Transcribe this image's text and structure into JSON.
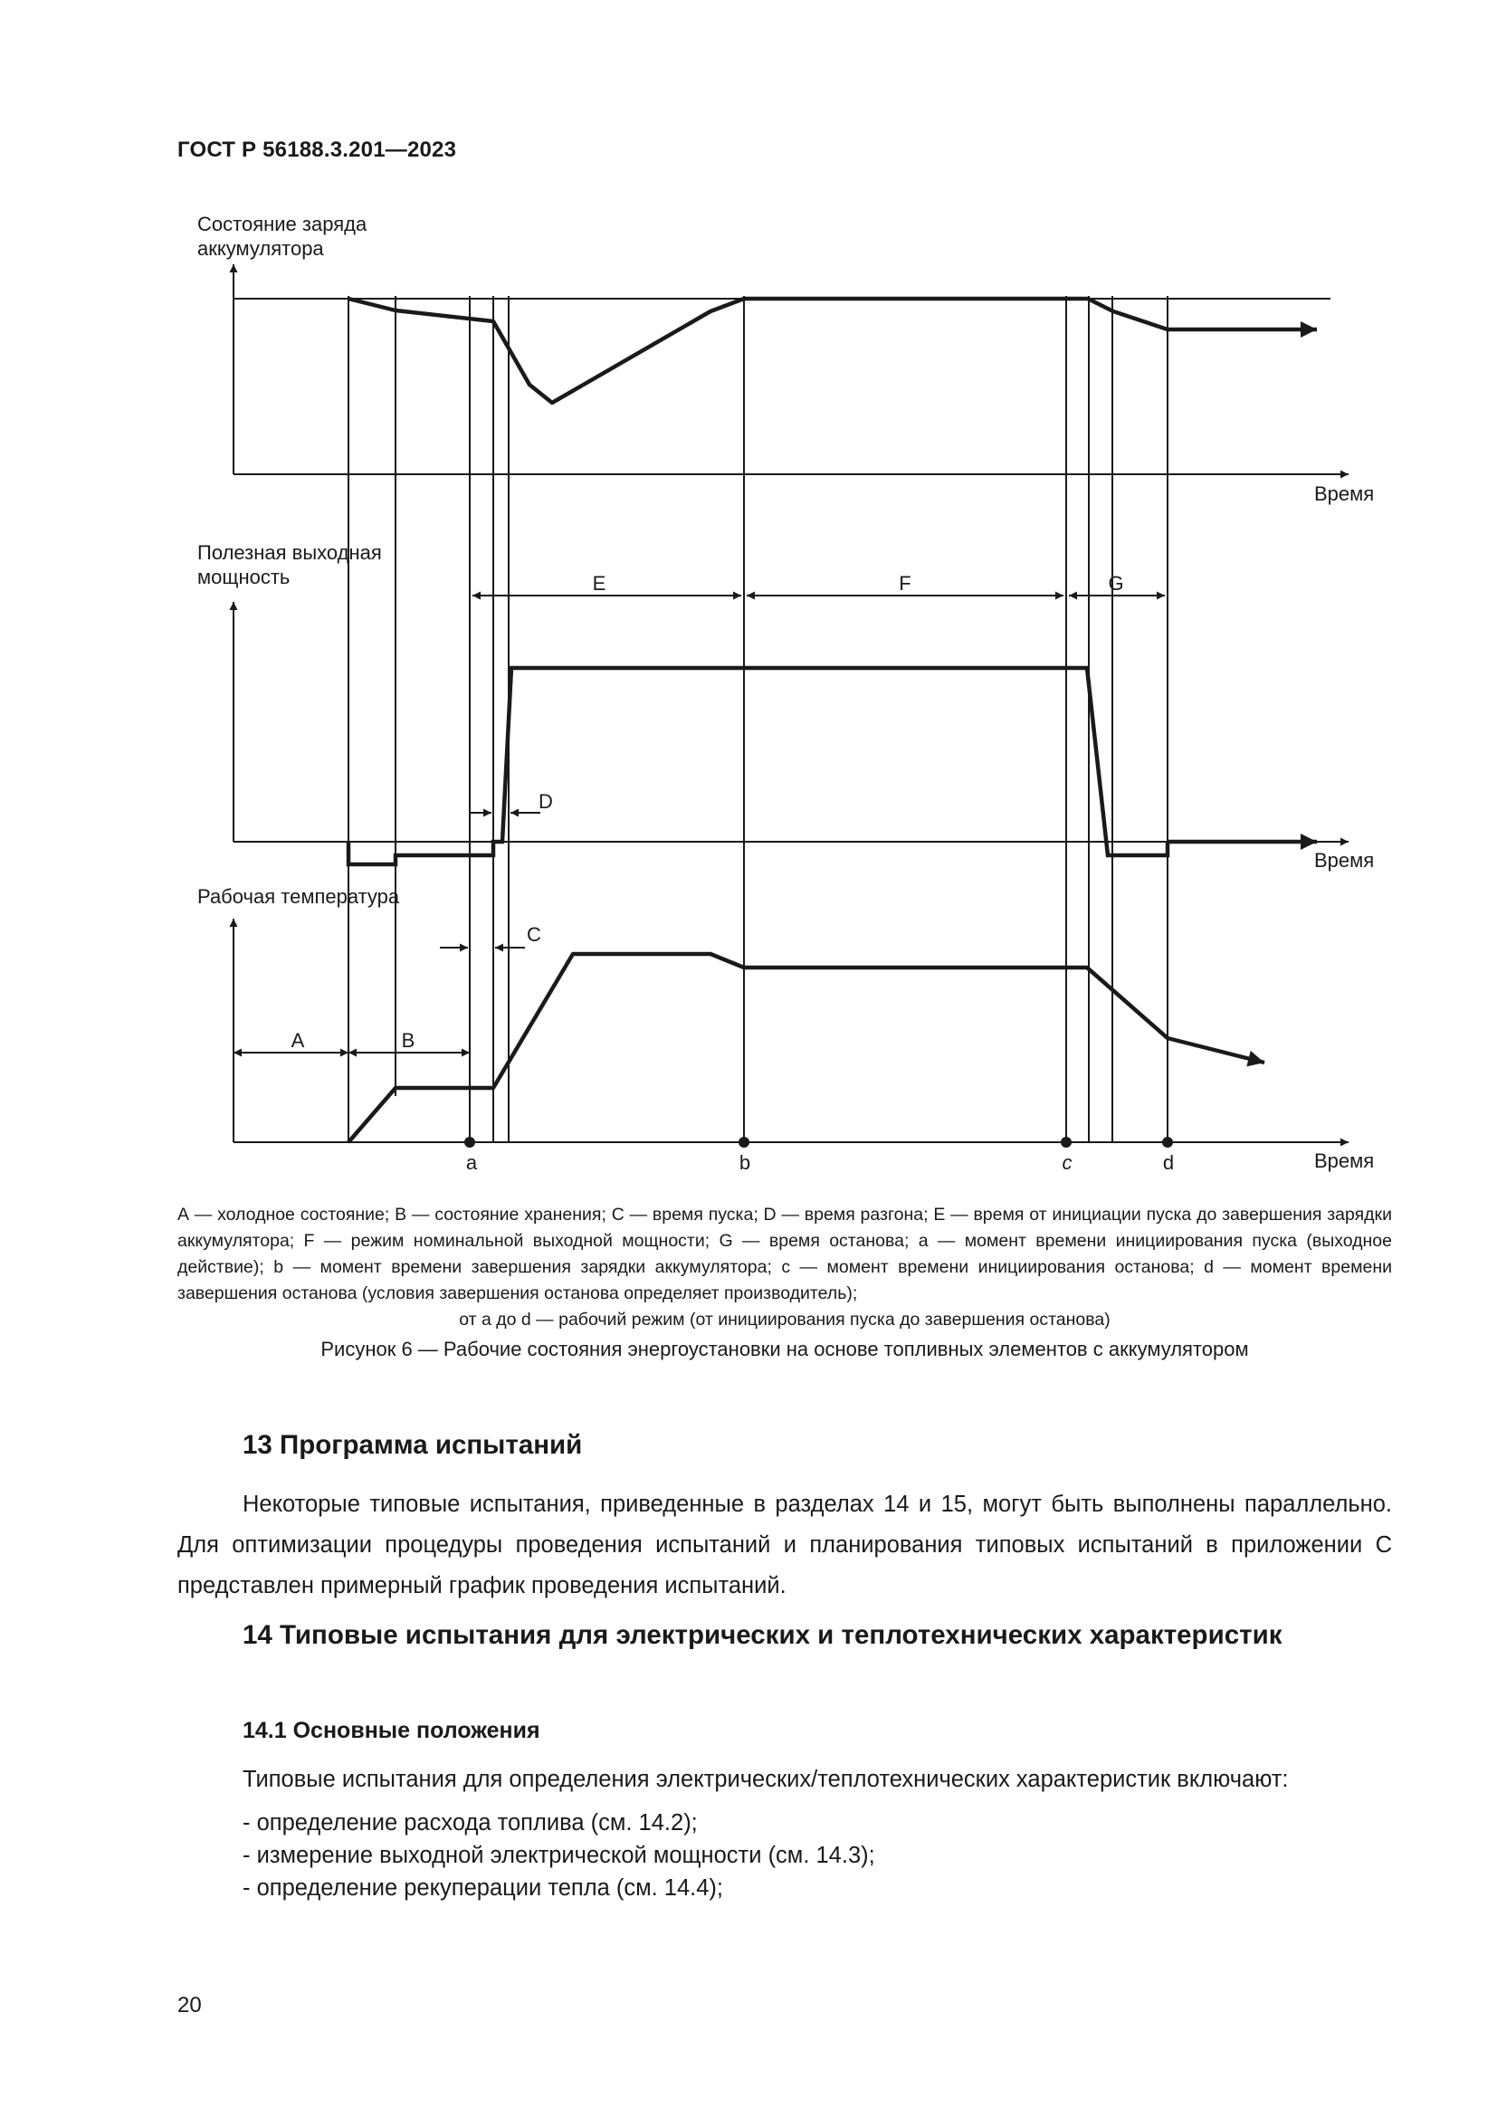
{
  "header": {
    "doc_code": "ГОСТ Р 56188.3.201—2023"
  },
  "figure": {
    "panels": [
      {
        "ylabel_line1": "Состояние заряда",
        "ylabel_line2": "аккумулятора",
        "xlabel": "Время"
      },
      {
        "ylabel_line1": "Полезная выходная",
        "ylabel_line2": "мощность",
        "xlabel": "Время"
      },
      {
        "ylabel_line1": "Рабочая температура",
        "ylabel_line2": "",
        "xlabel": "Время"
      }
    ],
    "intervals": {
      "A": "A",
      "B": "B",
      "C": "C",
      "D": "D",
      "E": "E",
      "F": "F",
      "G": "G"
    },
    "moments": {
      "a": "a",
      "b": "b",
      "c": "c",
      "d": "d"
    },
    "legend_main": "А — холодное состояние; В — состояние хранения; С — время пуска; D — время разгона; Е — время от инициации пуска до завершения зарядки аккумулятора; F — режим номинальной выходной мощности; G — время останова; а — момент времени инициирования пуска (выходное действие); b — момент времени завершения зарядки аккумулятора; с — момент времени инициирования останова; d — момент времени завершения останова (условия завершения останова определяет производитель);",
    "legend_last": "от а до d — рабочий режим (от инициирования пуска до завершения останова)",
    "caption": "Рисунок 6 — Рабочие состояния энергоустановки на основе топливных элементов с аккумулятором"
  },
  "section13": {
    "title": "13  Программа испытаний",
    "paragraph": "Некоторые типовые испытания, приведенные в разделах 14 и 15, могут быть выполнены параллельно. Для оптимизации процедуры проведения испытаний и планирования типовых испытаний в приложении С представлен примерный график проведения испытаний."
  },
  "section14": {
    "title": "14  Типовые испытания для электрических и теплотехнических характеристик",
    "sub_title": "14.1  Основные положения",
    "intro": "Типовые испытания для определения электрических/теплотехнических характеристик включают:",
    "items": [
      "определение расхода топлива (см. 14.2);",
      "измерение выходной электрической мощности (см. 14.3);",
      "определение рекуперации тепла (см. 14.4);"
    ]
  },
  "page_number": "20"
}
